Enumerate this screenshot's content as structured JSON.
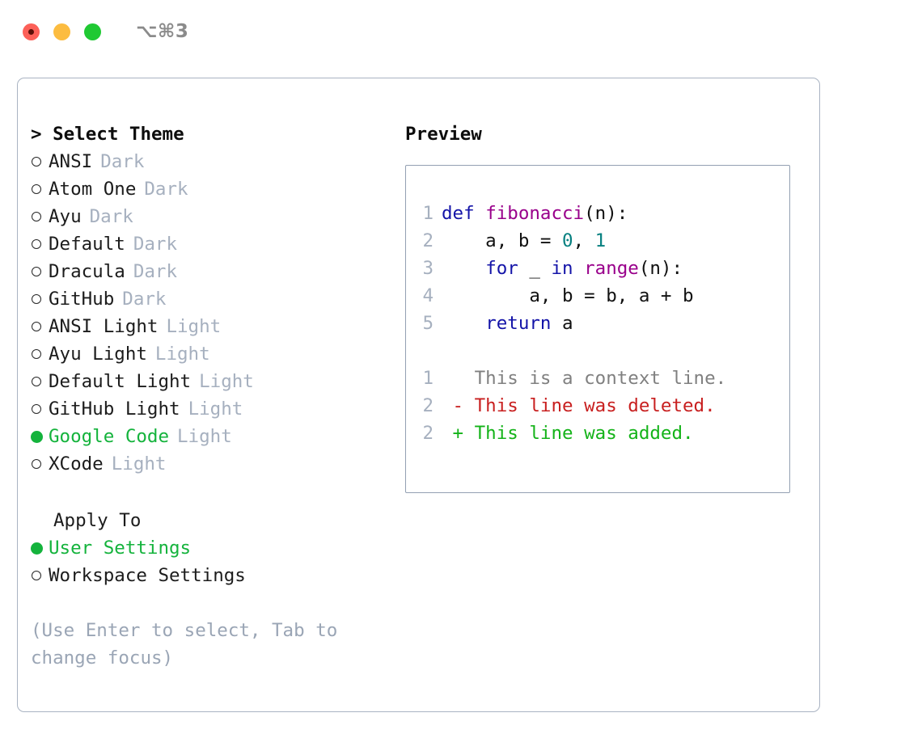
{
  "window": {
    "traffic_lights": [
      "close",
      "minimize",
      "maximize"
    ],
    "shortcut": "⌥⌘3"
  },
  "left": {
    "header_prompt": "> ",
    "header": "Select Theme",
    "themes": [
      {
        "marker": "ring",
        "name": "ANSI",
        "category": "Dark",
        "selected": false
      },
      {
        "marker": "ring",
        "name": "Atom One",
        "category": "Dark",
        "selected": false
      },
      {
        "marker": "ring",
        "name": "Ayu",
        "category": "Dark",
        "selected": false
      },
      {
        "marker": "ring",
        "name": "Default",
        "category": "Dark",
        "selected": false
      },
      {
        "marker": "ring",
        "name": "Dracula",
        "category": "Dark",
        "selected": false
      },
      {
        "marker": "ring",
        "name": "GitHub",
        "category": "Dark",
        "selected": false
      },
      {
        "marker": "ring",
        "name": "ANSI Light",
        "category": "Light",
        "selected": false
      },
      {
        "marker": "ring",
        "name": "Ayu Light",
        "category": "Light",
        "selected": false
      },
      {
        "marker": "ring",
        "name": "Default Light",
        "category": "Light",
        "selected": false
      },
      {
        "marker": "ring",
        "name": "GitHub Light",
        "category": "Light",
        "selected": false
      },
      {
        "marker": "dot",
        "name": "Google Code",
        "category": "Light",
        "selected": true
      },
      {
        "marker": "ring",
        "name": "XCode",
        "category": "Light",
        "selected": false
      }
    ],
    "apply_to_title": "Apply To",
    "apply_to": [
      {
        "marker": "dot",
        "name": "User Settings",
        "selected": true
      },
      {
        "marker": "ring",
        "name": "Workspace Settings",
        "selected": false
      }
    ],
    "hint": "(Use Enter to select, Tab to change focus)"
  },
  "right": {
    "preview_title": "Preview",
    "code_lines": [
      {
        "num": "1",
        "tokens": [
          {
            "t": "def ",
            "c": "kw"
          },
          {
            "t": "fibonacci",
            "c": "fn"
          },
          {
            "t": "(n):",
            "c": "pl"
          }
        ]
      },
      {
        "num": "2",
        "tokens": [
          {
            "t": "    a, b = ",
            "c": "pl"
          },
          {
            "t": "0",
            "c": "num"
          },
          {
            "t": ", ",
            "c": "pl"
          },
          {
            "t": "1",
            "c": "num"
          }
        ]
      },
      {
        "num": "3",
        "tokens": [
          {
            "t": "    ",
            "c": "pl"
          },
          {
            "t": "for",
            "c": "kw"
          },
          {
            "t": " _ ",
            "c": "pl"
          },
          {
            "t": "in",
            "c": "kw"
          },
          {
            "t": " ",
            "c": "pl"
          },
          {
            "t": "range",
            "c": "fn"
          },
          {
            "t": "(n):",
            "c": "pl"
          }
        ]
      },
      {
        "num": "4",
        "tokens": [
          {
            "t": "        a, b = b, a + b",
            "c": "pl"
          }
        ]
      },
      {
        "num": "5",
        "tokens": [
          {
            "t": "    ",
            "c": "pl"
          },
          {
            "t": "return",
            "c": "kw"
          },
          {
            "t": " a",
            "c": "pl"
          }
        ]
      }
    ],
    "diff_lines": [
      {
        "num": "1",
        "tokens": [
          {
            "t": "   This is a context line.",
            "c": "ctx"
          }
        ]
      },
      {
        "num": "2",
        "tokens": [
          {
            "t": " - This line was deleted.",
            "c": "del"
          }
        ]
      },
      {
        "num": "2",
        "tokens": [
          {
            "t": " + This line was added.",
            "c": "add"
          }
        ]
      }
    ]
  },
  "colors": {
    "accent_green": "#14b33c",
    "muted": "#a6b0bf",
    "hint": "#9aa5b5",
    "border": "#a9b3c2",
    "preview_border": "#93a0b2",
    "keyword": "#1414a8",
    "function": "#99008b",
    "number": "#068080",
    "diff_delete": "#c81f1f",
    "diff_add": "#14b319",
    "diff_context": "#808080"
  }
}
